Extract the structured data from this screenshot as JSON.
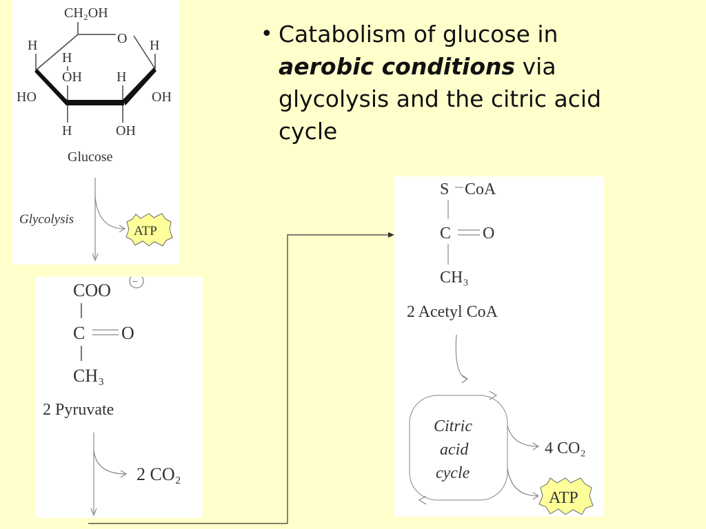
{
  "slide": {
    "bullet": {
      "before": "Catabolism of glucose in",
      "emphasis": "aerobic conditions",
      "after": "via glycolysis and the citric acid cycle"
    }
  },
  "glucose_panel": {
    "ch2oh": "CH₂OH",
    "ring_o": "O",
    "h_left_top": "H",
    "h_right_top": "H",
    "h_inner_left": "H",
    "oh_inner_left": "OH",
    "h_inner_right": "H",
    "ho_left": "HO",
    "oh_right": "OH",
    "h_bottom": "H",
    "oh_bottom": "OH",
    "molecule_name": "Glucose",
    "process": "Glycolysis",
    "product": "ATP"
  },
  "pyruvate_panel": {
    "coo": "COO",
    "charge": "−",
    "carbon": "C",
    "oxygen": "O",
    "ch3": "CH₃",
    "molecule_name": "2 Pyruvate",
    "product": "2 CO₂"
  },
  "acetyl_panel": {
    "s_coa": "S",
    "coa": "CoA",
    "carbon": "C",
    "oxygen": "O",
    "ch3": "CH₃",
    "molecule_name": "2 Acetyl CoA",
    "cycle_line1": "Citric",
    "cycle_line2": "acid",
    "cycle_line3": "cycle",
    "product_co2": "4 CO₂",
    "product_atp": "ATP"
  },
  "colors": {
    "background": "#ffffcc",
    "atp_fill": "#ffff99",
    "line": "#555555"
  }
}
